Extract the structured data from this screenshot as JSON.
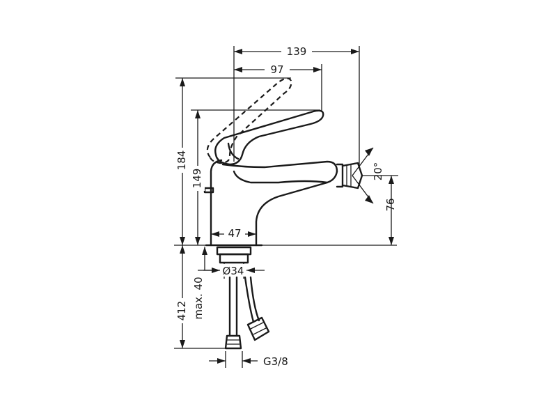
{
  "dimensions": {
    "overall_reach": "139",
    "lever_reach": "97",
    "total_height": "184",
    "spout_height": "149",
    "base_width": "47",
    "nozzle_angle": "20°",
    "nozzle_height": "76",
    "shank_diameter": "Ø34",
    "max_thickness": "max. 40",
    "hose_length": "412",
    "connection": "G3/8"
  },
  "colors": {
    "ink": "#1a1a1a",
    "background": "#ffffff"
  }
}
